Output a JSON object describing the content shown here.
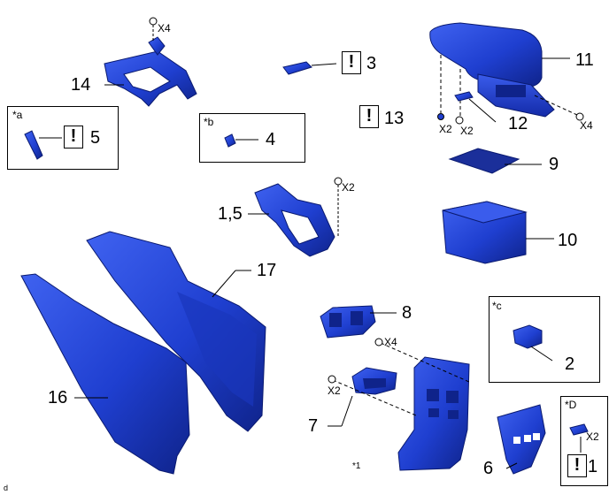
{
  "diagram": {
    "parts": [
      {
        "id": "p1",
        "label": "1"
      },
      {
        "id": "p2",
        "label": "2"
      },
      {
        "id": "p3",
        "label": "3"
      },
      {
        "id": "p4",
        "label": "4"
      },
      {
        "id": "p5",
        "label": "5"
      },
      {
        "id": "p6",
        "label": "6"
      },
      {
        "id": "p7",
        "label": "7"
      },
      {
        "id": "p8",
        "label": "8"
      },
      {
        "id": "p9",
        "label": "9"
      },
      {
        "id": "p10",
        "label": "10"
      },
      {
        "id": "p11",
        "label": "11"
      },
      {
        "id": "p12",
        "label": "12"
      },
      {
        "id": "p13",
        "label": "13"
      },
      {
        "id": "p14",
        "label": "14"
      },
      {
        "id": "p15",
        "label": "1,5"
      },
      {
        "id": "p16",
        "label": "16"
      },
      {
        "id": "p17",
        "label": "17"
      }
    ],
    "quantities": {
      "x4_top": "X4",
      "x4_right": "X4",
      "x4_mid": "X4",
      "x2_13": "X2",
      "x2_12": "X2",
      "x2_15": "X2",
      "x2_7": "X2",
      "x2_D": "X2"
    },
    "notes": {
      "a": "*a",
      "b": "*b",
      "c": "*c",
      "D": "*D",
      "star1": "*1"
    },
    "warning_symbol": "!",
    "corner_mark": "d",
    "part_color": "#1f3fd0",
    "part_color_dark": "#0f238a",
    "part_color_light": "#3f62f0"
  }
}
